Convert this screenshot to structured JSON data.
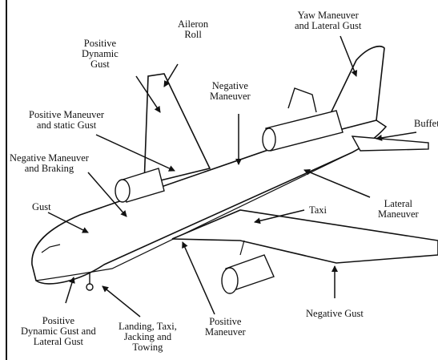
{
  "labels": {
    "aileron_roll": "Aileron\nRoll",
    "yaw_maneuver": "Yaw Maneuver\nand Lateral Gust",
    "positive_dynamic_gust_top": "Positive\nDynamic\nGust",
    "negative_maneuver_top": "Negative\nManeuver",
    "positive_maneuver_static": "Positive Maneuver\nand static Gust",
    "buffet": "Buffet",
    "negative_maneuver_braking": "Negative Maneuver\nand Braking",
    "gust": "Gust",
    "taxi": "Taxi",
    "lateral_maneuver": "Lateral\nManeuver",
    "positive_dynamic_lateral": "Positive\nDynamic Gust and\nLateral Gust",
    "landing_taxi": "Landing, Taxi,\nJacking and\nTowing",
    "positive_maneuver_bottom": "Positive\nManeuver",
    "negative_gust": "Negative Gust"
  }
}
